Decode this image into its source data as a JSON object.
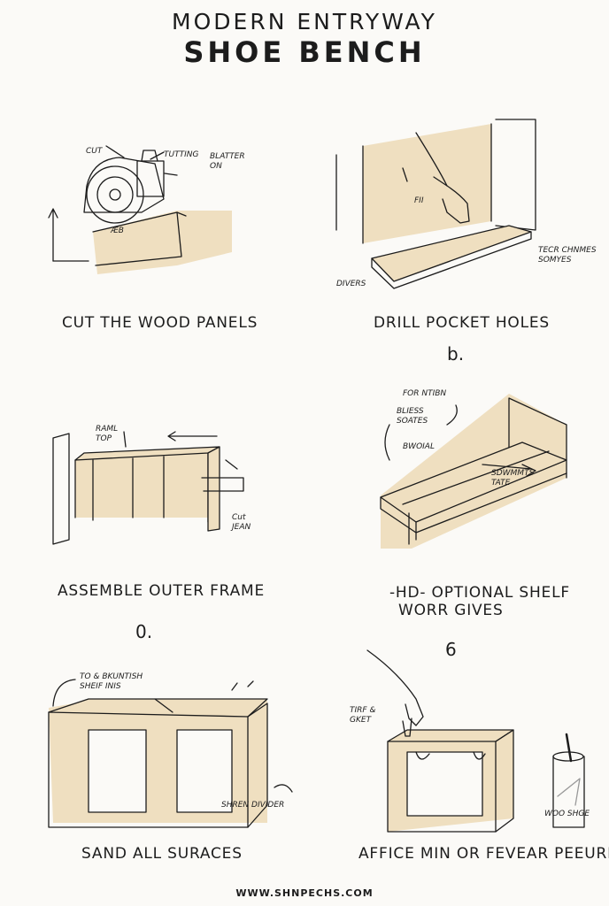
{
  "header": {
    "title_line1": "MODERN ENTRYWAY",
    "title_line2": "SHOE BENCH"
  },
  "steps": [
    {
      "caption": "CUT THE WOOD PANELS",
      "annotations": [
        "CUT",
        "TUTTING",
        "BLATTER ON",
        "ÆB"
      ]
    },
    {
      "caption": "DRILL POCKET HOLES",
      "number": "b.",
      "annotations": [
        "DIVERS",
        "FII",
        "TECR CHNMES SOMYES"
      ]
    },
    {
      "caption": "ASSEMBLE OUTER FRAME",
      "annotations": [
        "RAML TOP",
        "Cut JEAN"
      ]
    },
    {
      "caption_line1": "-HD- OPTIONAL SHELF",
      "caption_line2": "WORR GIVES",
      "annotations": [
        "FOR NTIBN",
        "BLIESS SOATES",
        "BWOIAL",
        "SDWMMTS TATE"
      ]
    },
    {
      "caption": "SAND ALL SURACES",
      "number": "0.",
      "annotations": [
        "TO & BKUNTISH SHEIF INIS",
        "SHREN DIVIDER"
      ]
    },
    {
      "caption": "AFFICE MIN OR FEVEAR PEEURE",
      "number": "6",
      "annotations": [
        "TIRF & GKET",
        "WOO SHGE"
      ]
    }
  ],
  "footer": {
    "url": "WWW.SHNPECHS.COM"
  },
  "colors": {
    "wood": "#efdfc0",
    "ink": "#1c1c1c",
    "background": "#fbfaf7"
  }
}
